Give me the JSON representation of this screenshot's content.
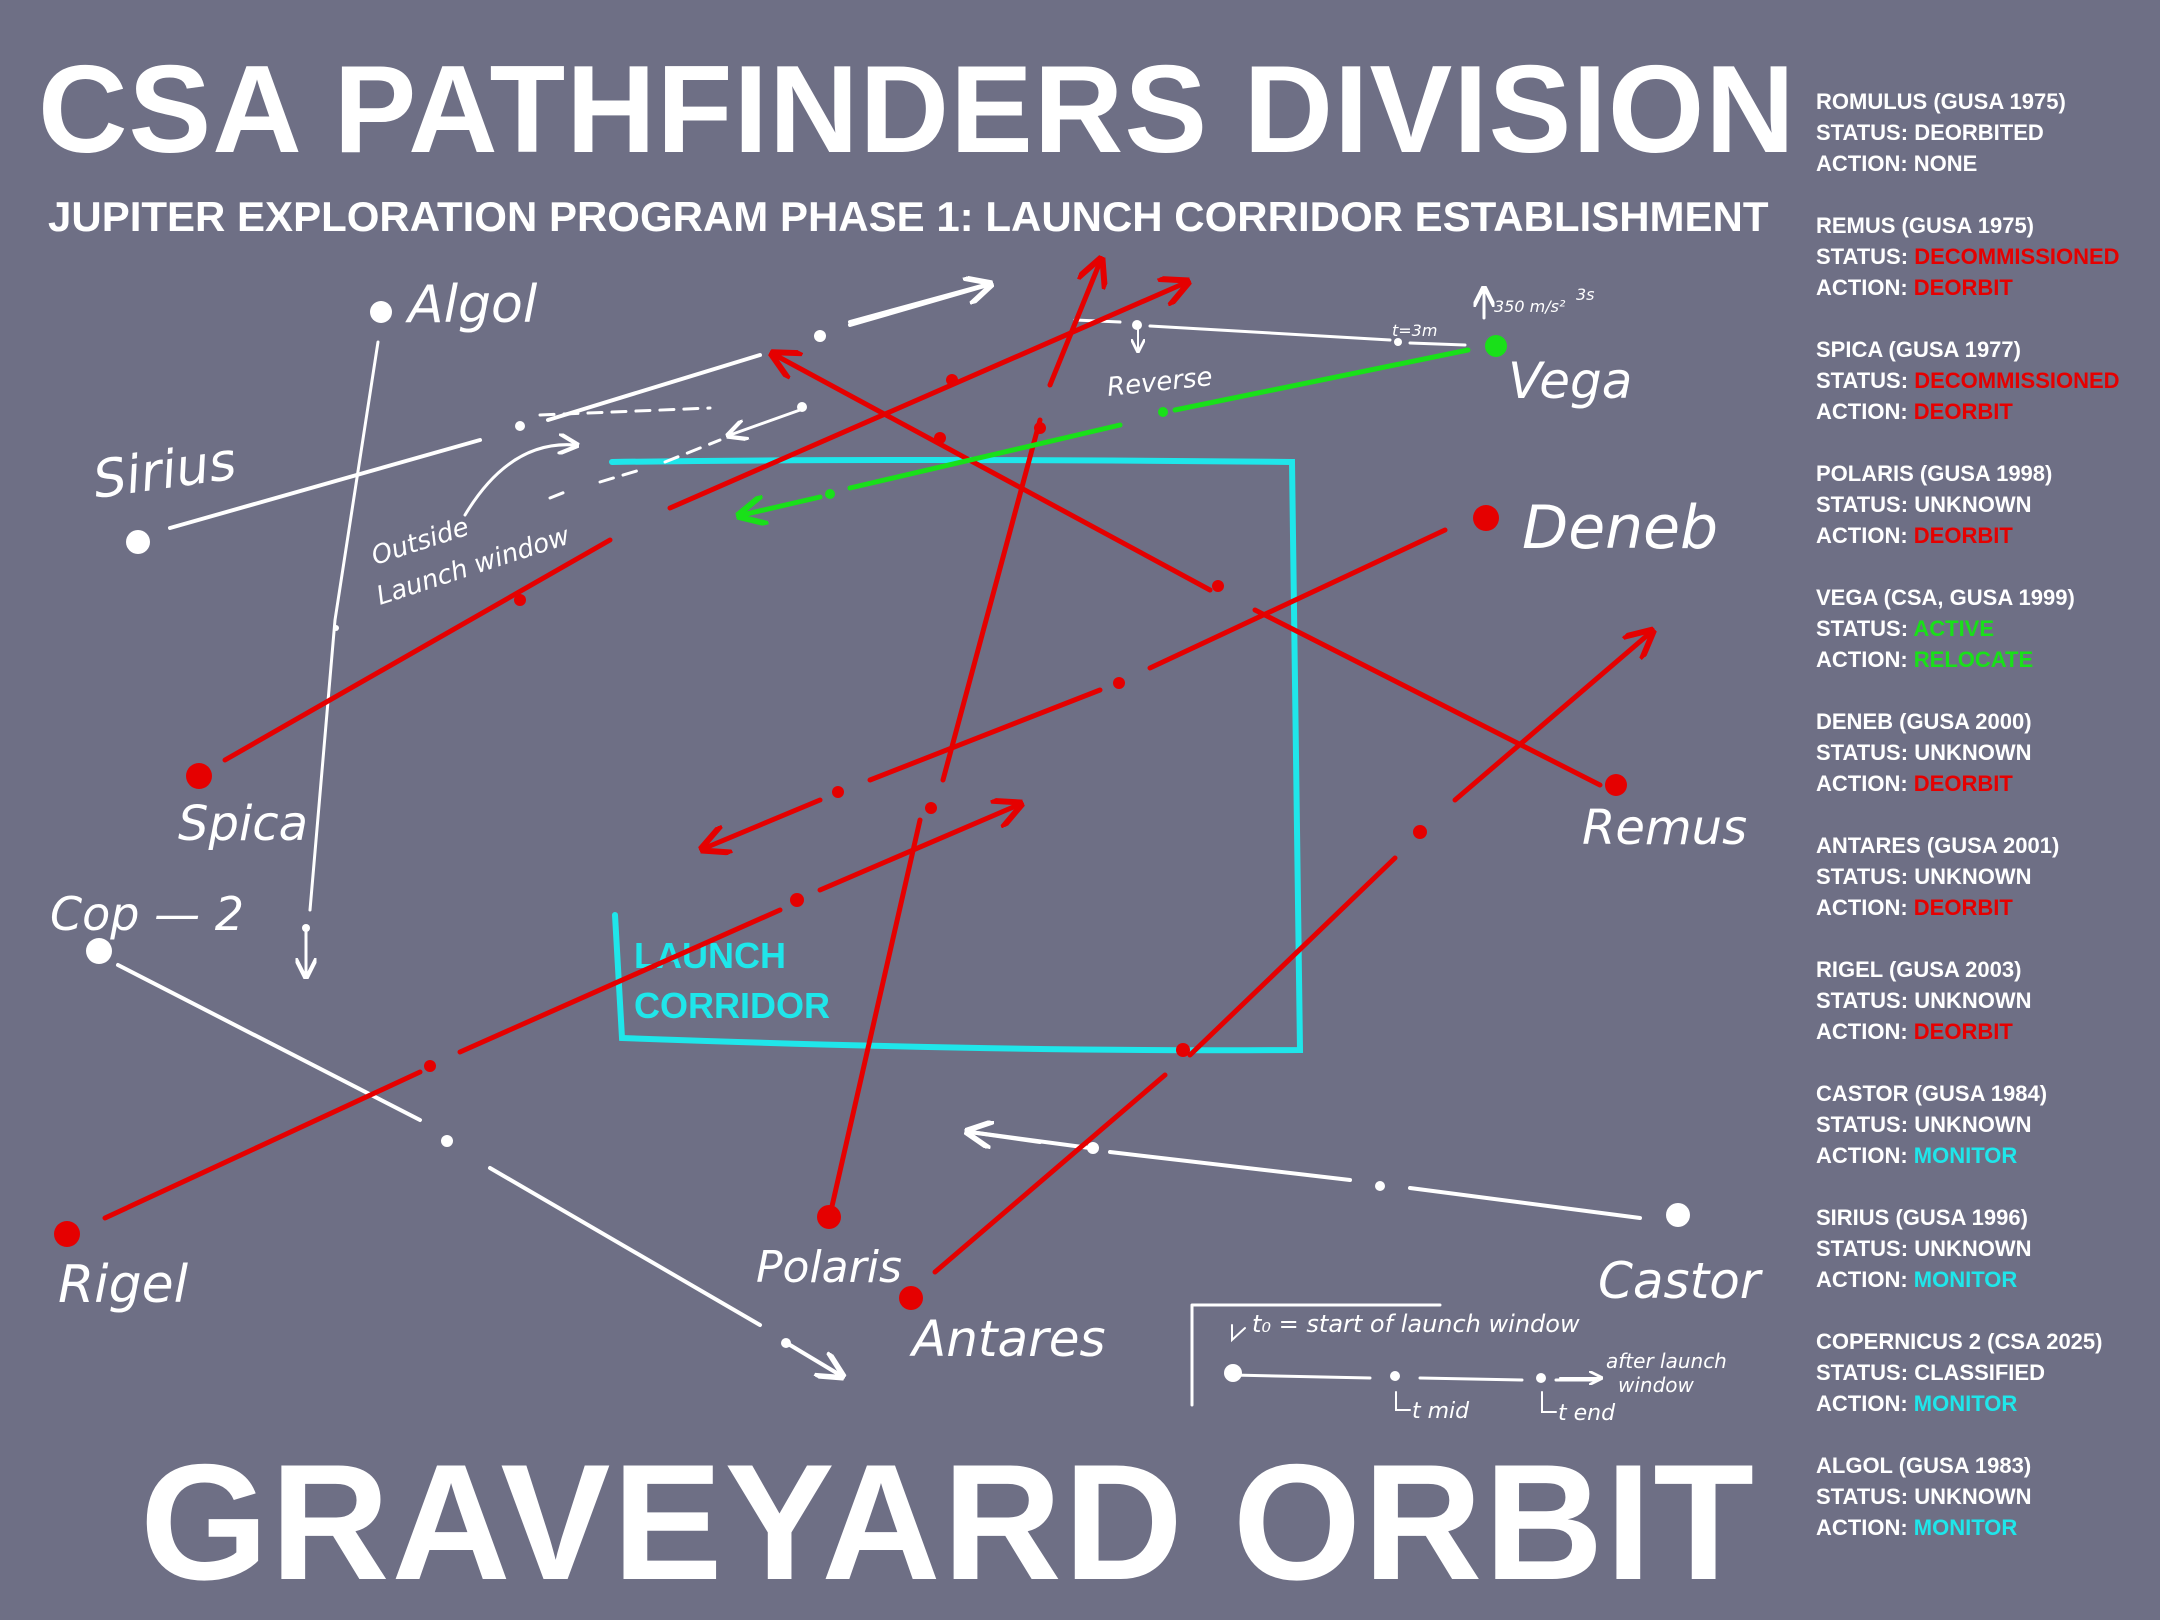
{
  "header": {
    "title": "CSA PATHFINDERS DIVISION",
    "subtitle": "JUPITER EXPLORATION PROGRAM PHASE 1: LAUNCH CORRIDOR ESTABLISHMENT"
  },
  "footer": {
    "title": "GRAVEYARD ORBIT"
  },
  "colors": {
    "background": "#6e6f85",
    "white": "#ffffff",
    "red": "#e50000",
    "green": "#19e019",
    "cyan": "#1fe6ea"
  },
  "corridor": {
    "label_line1": "LAUNCH",
    "label_line2": "CORRIDOR"
  },
  "diagram_labels": {
    "algol": "Algol",
    "sirius": "Sirius",
    "vega": "Vega",
    "deneb": "Deneb",
    "spica": "Spica",
    "remus": "Remus",
    "cop2": "Cop — 2",
    "rigel": "Rigel",
    "polaris": "Polaris",
    "antares": "Antares",
    "castor": "Castor",
    "reverse": "Reverse",
    "outside_1": "Outside",
    "outside_2": "Launch window",
    "vega_speed": "350 m/s²",
    "vega_time": "3s",
    "vega_t": "t=3m"
  },
  "legend": {
    "t0": "t₀ = start of launch window",
    "tmid": "t mid",
    "tend": "t end",
    "after_1": "after launch",
    "after_2": "window"
  },
  "satellites": [
    {
      "name": "ROMULUS (GUSA 1975)",
      "status": "DEORBITED",
      "status_color": "white",
      "action": "NONE",
      "action_color": "white"
    },
    {
      "name": "REMUS (GUSA 1975)",
      "status": "DECOMMISSIONED",
      "status_color": "red",
      "action": "DEORBIT",
      "action_color": "red"
    },
    {
      "name": "SPICA (GUSA 1977)",
      "status": "DECOMMISSIONED",
      "status_color": "red",
      "action": " DEORBIT",
      "action_color": "red"
    },
    {
      "name": "POLARIS (GUSA 1998)",
      "status": "UNKNOWN",
      "status_color": "white",
      "action": "DEORBIT",
      "action_color": "red"
    },
    {
      "name": "VEGA (CSA, GUSA 1999)",
      "status": "ACTIVE",
      "status_color": "green",
      "action": "RELOCATE",
      "action_color": "green"
    },
    {
      "name": "DENEB (GUSA 2000)",
      "status": "UNKNOWN",
      "status_color": "white",
      "action": "DEORBIT",
      "action_color": "red"
    },
    {
      "name": "ANTARES (GUSA 2001)",
      "status": "UNKNOWN",
      "status_color": "white",
      "action": "DEORBIT",
      "action_color": "red"
    },
    {
      "name": "RIGEL (GUSA 2003)",
      "status": "UNKNOWN",
      "status_color": "white",
      "action": "DEORBIT",
      "action_color": "red"
    },
    {
      "name": "CASTOR (GUSA 1984)",
      "status": "UNKNOWN",
      "status_color": "white",
      "action": "MONITOR",
      "action_color": "cyan"
    },
    {
      "name": "SIRIUS (GUSA 1996)",
      "status": "UNKNOWN",
      "status_color": "white",
      "action": "MONITOR",
      "action_color": "cyan"
    },
    {
      "name": "COPERNICUS 2 (CSA 2025)",
      "status": "CLASSIFIED",
      "status_color": "white",
      "action": "MONITOR",
      "action_color": "cyan"
    },
    {
      "name": "ALGOL (GUSA 1983)",
      "status": "UNKNOWN",
      "status_color": "white",
      "action": "MONITOR",
      "action_color": "cyan"
    }
  ],
  "list_labels": {
    "status_prefix": "STATUS: ",
    "action_prefix": "ACTION: "
  }
}
